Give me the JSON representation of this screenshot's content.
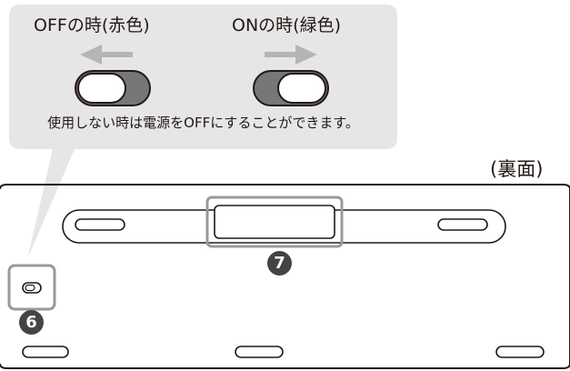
{
  "callout": {
    "off_label": "OFFの時(赤色)",
    "on_label": "ONの時(緑色)",
    "note": "使用しない時は電源をOFFにすることができます。"
  },
  "view_label": "(裏面)",
  "badges": {
    "switch": "6",
    "battery": "7"
  },
  "colors": {
    "callout_bg": "#e6e6e6",
    "arrow": "#b5b5b5",
    "switch_track": "#777777",
    "badge": "#444444",
    "outline": "#231815",
    "highlight": "#999999"
  }
}
